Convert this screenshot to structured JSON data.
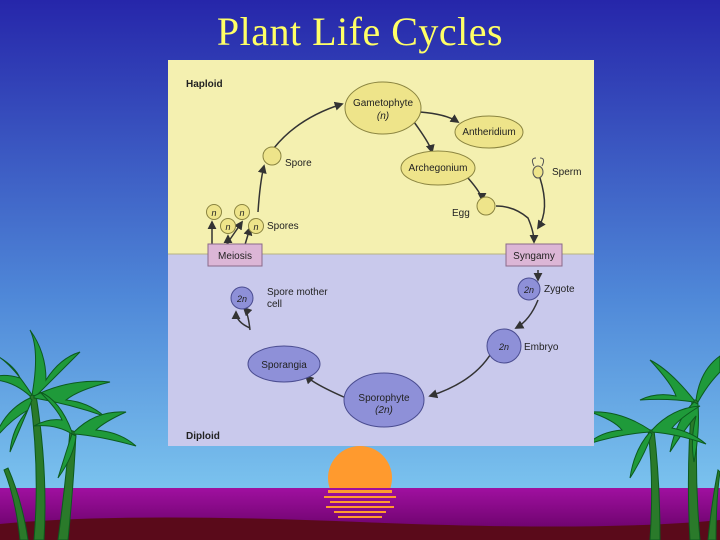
{
  "slide": {
    "title": "Plant Life Cycles"
  },
  "diagram": {
    "regions": {
      "haploid": "Haploid",
      "diploid": "Diploid"
    },
    "nodes": {
      "gametophyte": "Gametophyte",
      "gametophyte_ploidy": "(n)",
      "antheridium": "Antheridium",
      "archegonium": "Archegonium",
      "sperm": "Sperm",
      "egg": "Egg",
      "spore": "Spore",
      "spores": "Spores",
      "meiosis": "Meiosis",
      "syngamy": "Syngamy",
      "spore_mother_cell_line1": "Spore mother",
      "spore_mother_cell_line2": "cell",
      "zygote": "Zygote",
      "embryo": "Embryo",
      "sporangia": "Sporangia",
      "sporophyte": "Sporophyte",
      "sporophyte_ploidy": "(2n)"
    },
    "ploidy_marks": {
      "n": "n",
      "two_n": "2n"
    }
  },
  "colors": {
    "sky_top": "#2a2ab0",
    "sky_bottom": "#7ec8f0",
    "haploid_bg": "#f4f0b0",
    "diploid_bg": "#c9c9ec",
    "haploid_node": "#eee48a",
    "diploid_node": "#8e90d8",
    "box_fill": "#dcb6d6",
    "title": "#ffff66",
    "ground": "#8a0a8a",
    "sun": "#ff9a2e",
    "palm": "#1f9a3a"
  }
}
